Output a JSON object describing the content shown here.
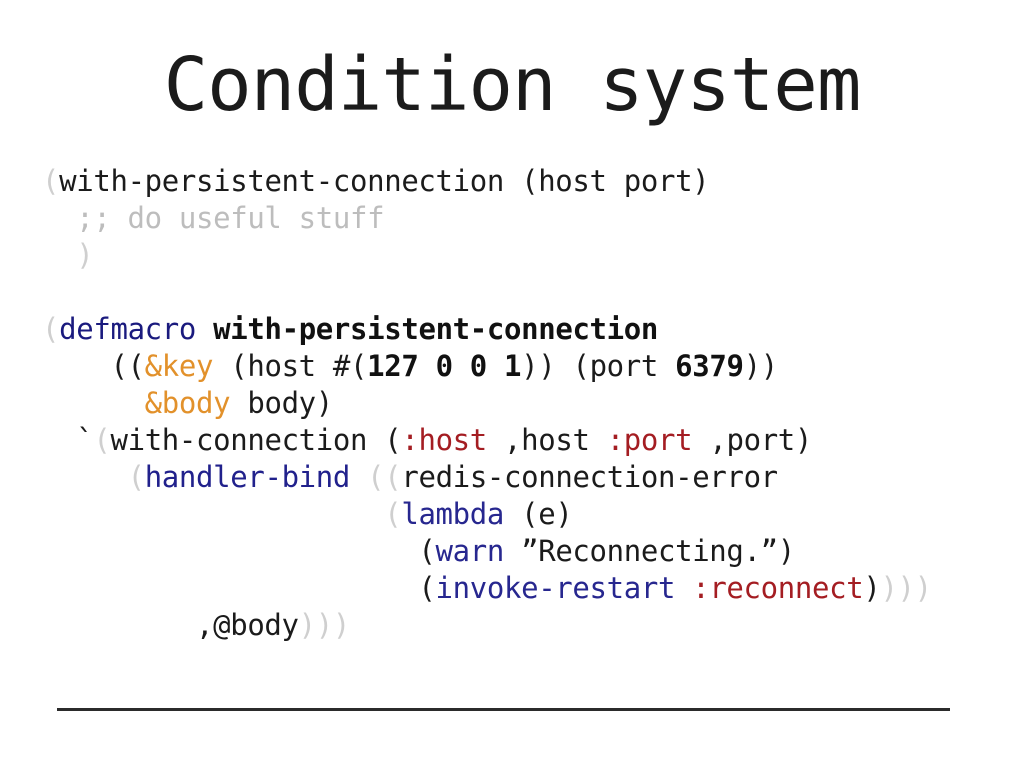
{
  "slide": {
    "title": "Condition system",
    "background_color": "#ffffff",
    "footer_rule_color": "#2b2b2b"
  },
  "palette": {
    "paren": "#cfcfcf",
    "text": "#1b1b1b",
    "comment": "#bdbdbd",
    "definition_keyword": "#1a1a7e",
    "function_name": "#111111",
    "lambda_list_marker": "#e2912b",
    "keyword_symbol": "#a41d22",
    "number": "#111111"
  },
  "code": {
    "language": "common-lisp",
    "lines": [
      {
        "id": "line-1",
        "text": "(with-persistent-connection (host port)",
        "tokens": [
          {
            "t": "(",
            "c": "paren"
          },
          {
            "t": "with-persistent-connection (host port)",
            "c": "default"
          }
        ]
      },
      {
        "id": "line-2",
        "text": "  ;; do useful stuff",
        "tokens": [
          {
            "t": "  ;; do useful stuff",
            "c": "comment"
          }
        ]
      },
      {
        "id": "line-3",
        "text": "  )",
        "tokens": [
          {
            "t": "  )",
            "c": "paren"
          }
        ]
      },
      {
        "id": "line-4",
        "text": "",
        "tokens": []
      },
      {
        "id": "line-5",
        "text": "(defmacro with-persistent-connection",
        "tokens": [
          {
            "t": "(",
            "c": "paren"
          },
          {
            "t": "defmacro",
            "c": "defn"
          },
          {
            "t": " ",
            "c": "default"
          },
          {
            "t": "with-persistent-connection",
            "c": "name"
          }
        ]
      },
      {
        "id": "line-6",
        "text": "    ((&key (host #(127 0 0 1)) (port 6379))",
        "tokens": [
          {
            "t": "    ((",
            "c": "default"
          },
          {
            "t": "&key",
            "c": "amp"
          },
          {
            "t": " (host #(",
            "c": "default"
          },
          {
            "t": "127 0 0 1",
            "c": "number"
          },
          {
            "t": ")) (port ",
            "c": "default"
          },
          {
            "t": "6379",
            "c": "number"
          },
          {
            "t": "))",
            "c": "default"
          }
        ]
      },
      {
        "id": "line-7",
        "text": "      &body body)",
        "tokens": [
          {
            "t": "      ",
            "c": "default"
          },
          {
            "t": "&body",
            "c": "amp"
          },
          {
            "t": " body)",
            "c": "default"
          }
        ]
      },
      {
        "id": "line-8",
        "text": "  `(with-connection (:host ,host :port ,port)",
        "tokens": [
          {
            "t": "  `",
            "c": "default"
          },
          {
            "t": "(",
            "c": "paren"
          },
          {
            "t": "with-connection (",
            "c": "default"
          },
          {
            "t": ":host",
            "c": "keyword"
          },
          {
            "t": " ,host ",
            "c": "default"
          },
          {
            "t": ":port",
            "c": "keyword"
          },
          {
            "t": " ,port)",
            "c": "default"
          }
        ]
      },
      {
        "id": "line-9",
        "text": "     (handler-bind ((redis-connection-error",
        "tokens": [
          {
            "t": "     ",
            "c": "default"
          },
          {
            "t": "(",
            "c": "paren"
          },
          {
            "t": "handler-bind",
            "c": "fn"
          },
          {
            "t": " ",
            "c": "default"
          },
          {
            "t": "((",
            "c": "paren"
          },
          {
            "t": "redis-connection-error",
            "c": "default"
          }
        ]
      },
      {
        "id": "line-10",
        "text": "                    (lambda (e)",
        "tokens": [
          {
            "t": "                    ",
            "c": "default"
          },
          {
            "t": "(",
            "c": "paren"
          },
          {
            "t": "lambda",
            "c": "lambda"
          },
          {
            "t": " (e)",
            "c": "default"
          }
        ]
      },
      {
        "id": "line-11",
        "text": "                      (warn “Reconnecting.”)",
        "tokens": [
          {
            "t": "                      (",
            "c": "default"
          },
          {
            "t": "warn",
            "c": "lambda"
          },
          {
            "t": " ”Reconnecting.”)",
            "c": "string"
          }
        ]
      },
      {
        "id": "line-12",
        "text": "                      (invoke-restart :reconnect))))",
        "tokens": [
          {
            "t": "                      (",
            "c": "default"
          },
          {
            "t": "invoke-restart",
            "c": "lambda"
          },
          {
            "t": " ",
            "c": "default"
          },
          {
            "t": ":reconnect",
            "c": "keyword"
          },
          {
            "t": ")",
            "c": "default"
          },
          {
            "t": ")))",
            "c": "paren"
          }
        ]
      },
      {
        "id": "line-13",
        "text": "         ,@body)))",
        "tokens": [
          {
            "t": "         ,@body",
            "c": "default"
          },
          {
            "t": ")))",
            "c": "paren"
          }
        ]
      }
    ]
  }
}
